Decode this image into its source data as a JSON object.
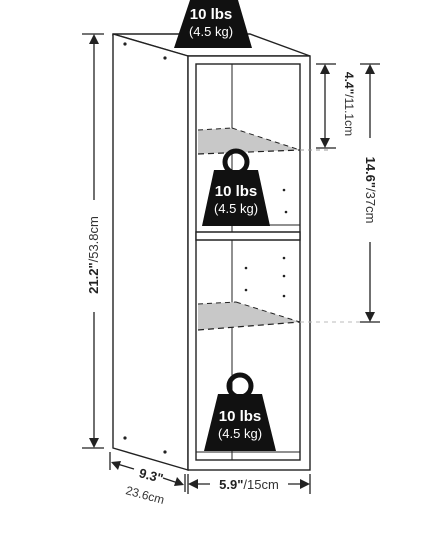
{
  "weights": {
    "top": {
      "weight": "10 lbs",
      "metric": "(4.5 kg)"
    },
    "middle": {
      "weight": "10 lbs",
      "metric": "(4.5 kg)"
    },
    "bottom": {
      "weight": "10 lbs",
      "metric": "(4.5 kg)"
    }
  },
  "dimensions": {
    "height": {
      "imperial": "21.2\"",
      "metric": "/53.8cm"
    },
    "shelf_gap": {
      "imperial": "4.4\"",
      "metric": "/11.1cm"
    },
    "section": {
      "imperial": "14.6\"",
      "metric": "/37cm"
    },
    "depth": {
      "imperial": "9.3\"",
      "metric": "23.6cm"
    },
    "width": {
      "imperial": "5.9\"",
      "metric": "/15cm"
    }
  },
  "colors": {
    "outline": "#222222",
    "shelf_gray": "#c8c8c8",
    "weight_fill": "#111111"
  },
  "icons": [
    "weight-icon",
    "dimension-arrow-icon"
  ]
}
